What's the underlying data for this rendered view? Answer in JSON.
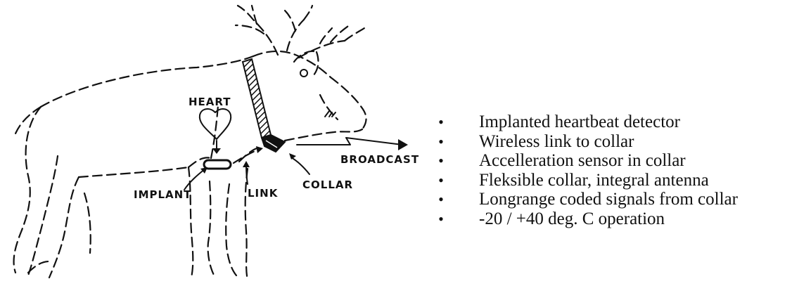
{
  "labels": {
    "heart": "HEART",
    "broadcast": "BROADCAST",
    "collar": "COLLAR",
    "implant": "IMPLANT",
    "link": "LINK"
  },
  "bullets": [
    "Implanted heartbeat detector",
    "Wireless link to collar",
    "Accelleration sensor in collar",
    "Fleksible collar, integral antenna",
    "Longrange coded signals from collar",
    "-20 / +40  deg. C  operation"
  ],
  "bullet_glyph": "•"
}
